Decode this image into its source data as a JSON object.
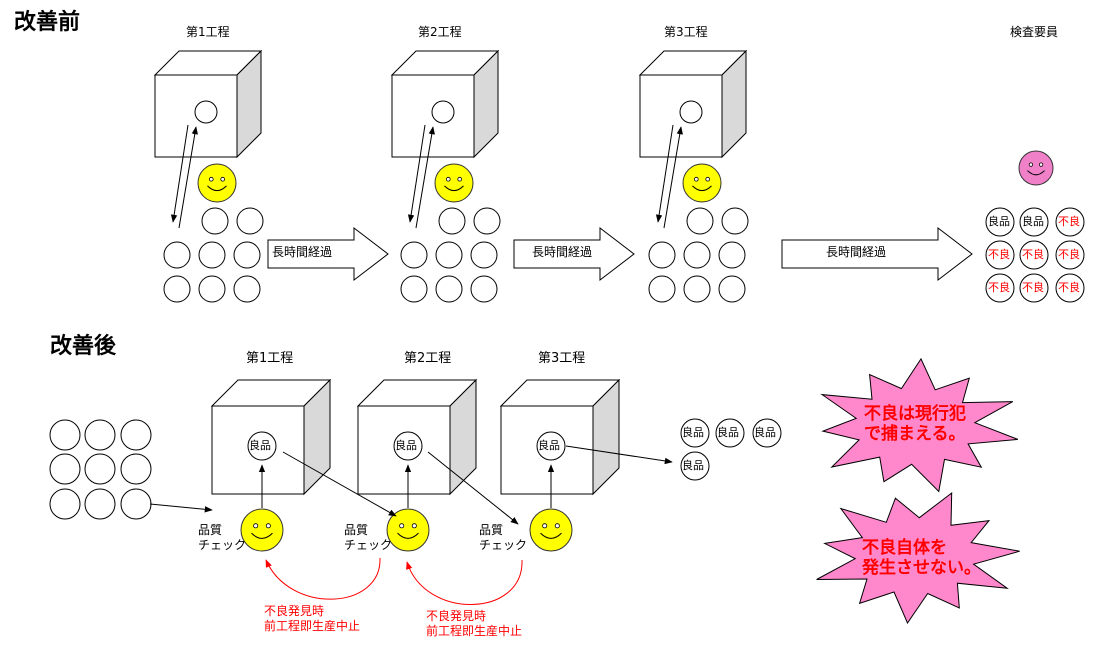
{
  "before": {
    "heading": "改善前",
    "stations": [
      "第1工程",
      "第2工程",
      "第3工程"
    ],
    "inspector_label": "検査要員",
    "delay_label": "長時間経過",
    "inspection_results": [
      "良品",
      "良品",
      "不良",
      "不良",
      "不良",
      "不良",
      "不良",
      "不良",
      "不良"
    ]
  },
  "after": {
    "heading": "改善後",
    "stations": [
      "第1工程",
      "第2工程",
      "第3工程"
    ],
    "good_label": "良品",
    "output_items": [
      "良品",
      "良品",
      "良品",
      "良品"
    ],
    "check_label": "品質\nチェック",
    "stop_note": "不良発見時\n前工程即生産中止",
    "bursts": [
      "不良は現行犯\nで捕まえる。",
      "不良自体を\n発生させない。"
    ]
  },
  "colors": {
    "smiley_worker": "#ffff00",
    "smiley_inspector": "#f080c8",
    "burst_fill": "#ff88cc",
    "alert": "#ff0000",
    "box_side": "#d9d9d9"
  }
}
